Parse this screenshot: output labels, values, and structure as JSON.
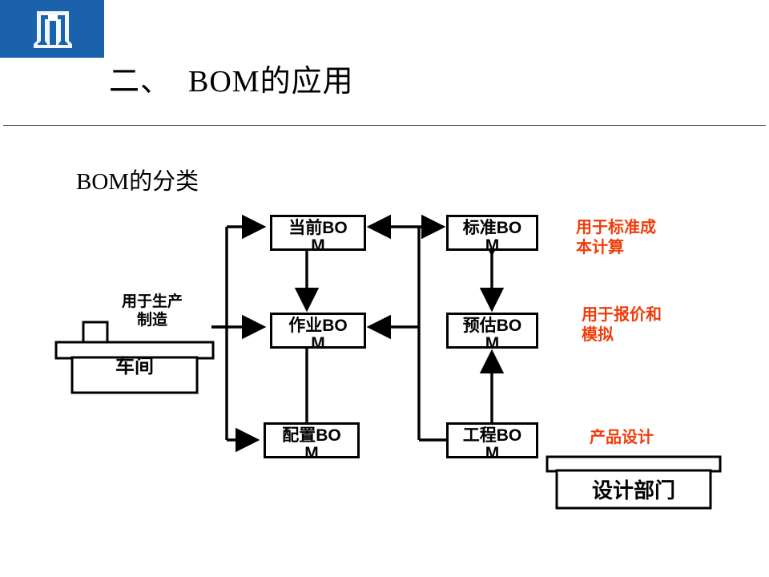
{
  "slide": {
    "title": "二、  BOM的应用",
    "subtitle": "BOM的分类",
    "logo_color": "#1b62ad",
    "accent_color": "#f03c0a",
    "watermark": ""
  },
  "diagram": {
    "nodes": [
      {
        "id": "current",
        "label": "当前BOM"
      },
      {
        "id": "work",
        "label": "作业BOM"
      },
      {
        "id": "config",
        "label": "配置BOM"
      },
      {
        "id": "standard",
        "label": "标准BOM"
      },
      {
        "id": "estimate",
        "label": "预估BOM"
      },
      {
        "id": "eng",
        "label": "工程BOM"
      }
    ],
    "actors": [
      {
        "id": "shopfloor",
        "label": "车间"
      },
      {
        "id": "department",
        "label": "设计部门"
      }
    ],
    "labels": {
      "production_use": "用于生产\n制造"
    },
    "notes": [
      {
        "id": "note-1",
        "text": "用于标准成\n本计算"
      },
      {
        "id": "note-2",
        "text": "用于报价和\n模拟"
      },
      {
        "id": "note-3",
        "text": "产品设计"
      }
    ]
  }
}
